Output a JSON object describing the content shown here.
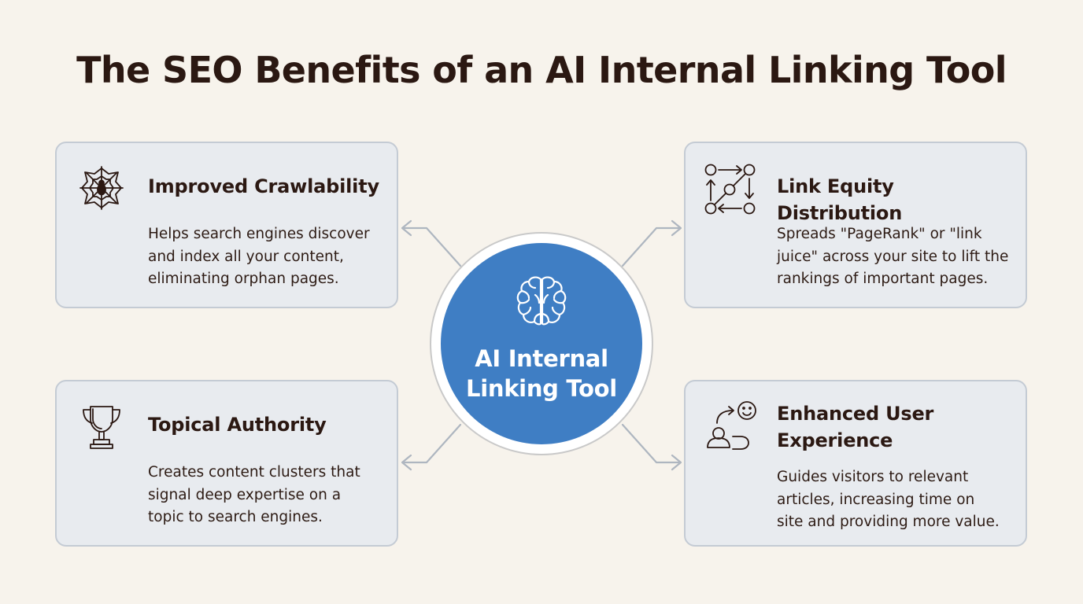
{
  "title": "The SEO Benefits of an AI Internal Linking Tool",
  "hub": {
    "line1": "AI Internal",
    "line2": "Linking Tool",
    "icon": "brain-icon",
    "color": "#3f7ec4"
  },
  "cards": {
    "crawlability": {
      "icon": "spider-web-icon",
      "heading": "Improved Crawlability",
      "body_lines": [
        "Helps search engines discover",
        "and index all your content,",
        "eliminating orphan pages."
      ]
    },
    "equity": {
      "icon": "link-flow-icon",
      "heading": "Link Equity Distribution",
      "body_lines": [
        "Spreads \"PageRank\" or \"link",
        "juice\" across your site to lift the",
        "rankings of important pages."
      ]
    },
    "authority": {
      "icon": "trophy-icon",
      "heading": "Topical Authority",
      "body_lines": [
        "Creates content clusters that",
        "signal deep expertise on a",
        "topic to search engines."
      ]
    },
    "ux": {
      "icon": "user-smile-icon",
      "heading_lines": [
        "Enhanced User",
        "Experience"
      ],
      "body_lines": [
        "Guides visitors to relevant",
        "articles, increasing time on",
        "site and providing more value."
      ]
    }
  }
}
